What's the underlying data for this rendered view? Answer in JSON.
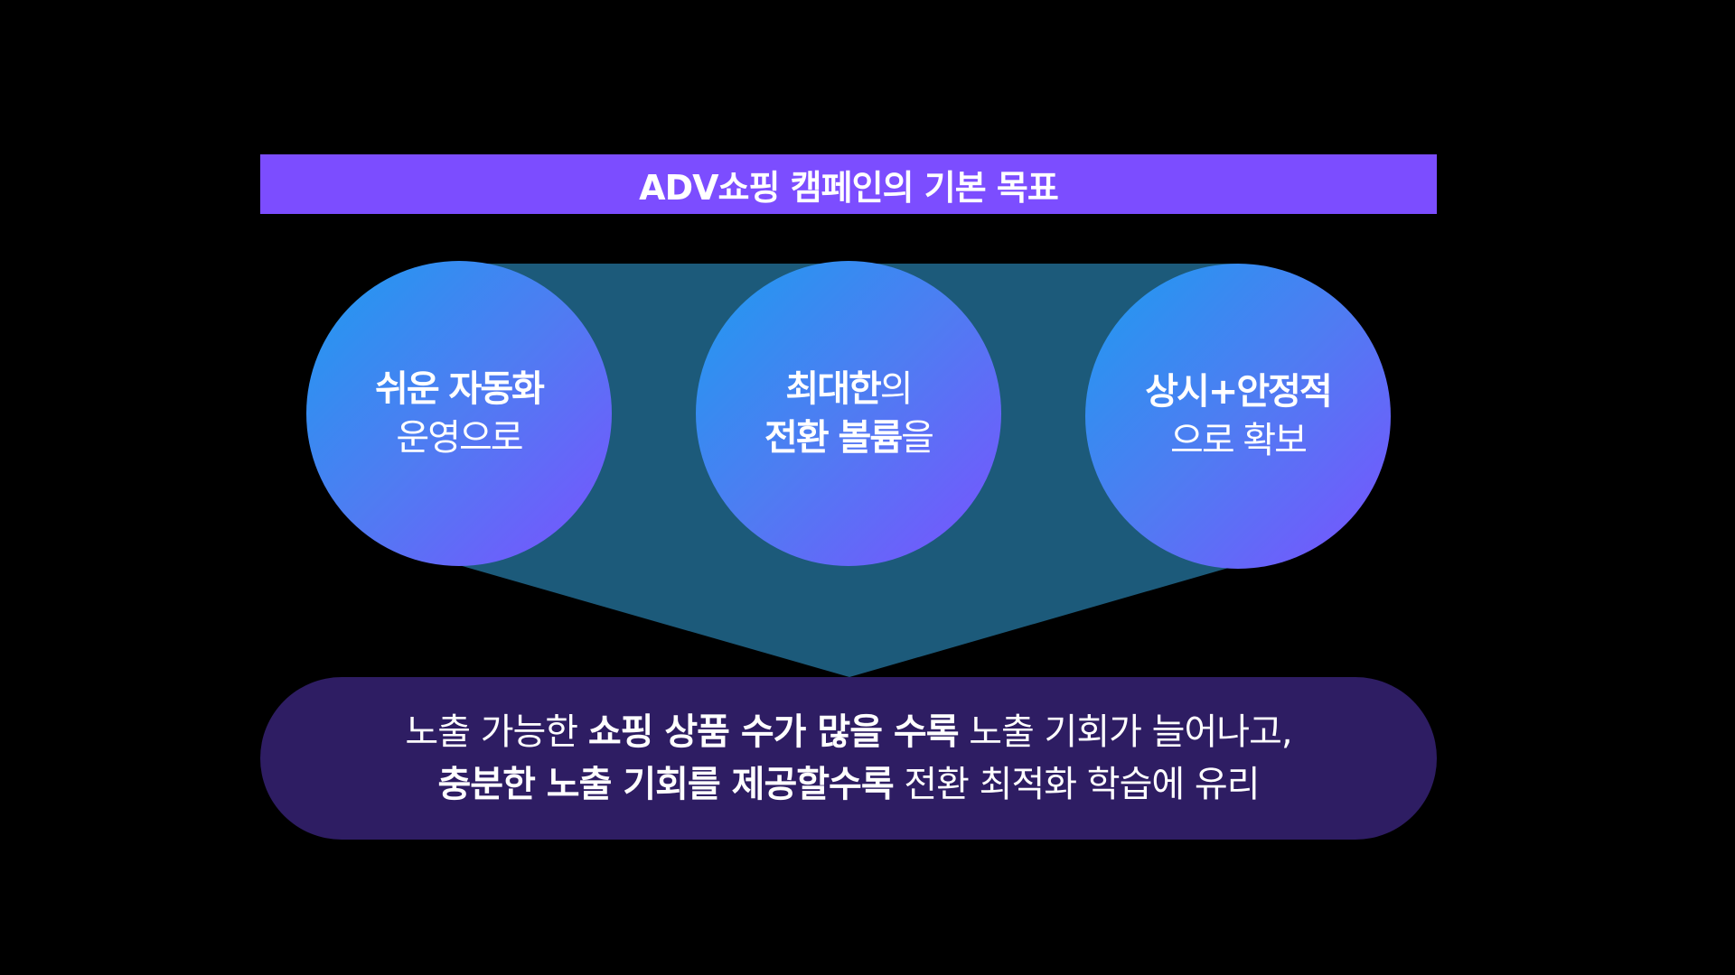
{
  "title": "ADV쇼핑 캠페인의 기본 목표",
  "circles": [
    {
      "line1": [
        {
          "text": "쉬운 자동화",
          "bold": true
        }
      ],
      "line2": [
        {
          "text": "운영으로",
          "bold": false
        }
      ]
    },
    {
      "line1": [
        {
          "text": "최대한",
          "bold": true
        },
        {
          "text": "의",
          "bold": false
        }
      ],
      "line2": [
        {
          "text": "전환 볼륨",
          "bold": true
        },
        {
          "text": "을",
          "bold": false
        }
      ]
    },
    {
      "line1": [
        {
          "text": "상시+안정적",
          "bold": true
        }
      ],
      "line2": [
        {
          "text": "으로 확보",
          "bold": false
        }
      ]
    }
  ],
  "summary": {
    "line1": [
      {
        "text": "노출 가능한 ",
        "bold": false
      },
      {
        "text": "쇼핑 상품 수가 많을 수록",
        "bold": true
      },
      {
        "text": " 노출 기회가 늘어나고,",
        "bold": false
      }
    ],
    "line2": [
      {
        "text": "충분한 노출 기회를 제공할수록",
        "bold": true
      },
      {
        "text": " 전환 최적화 학습에 유리",
        "bold": false
      }
    ]
  },
  "colors": {
    "background": "#000000",
    "title_bar": "#7c4dff",
    "connector": "#1c5a7a",
    "circle_gradient_start": "#1e9bf0",
    "circle_gradient_end": "#7a52ff",
    "summary_pill": "#2e1d63"
  }
}
